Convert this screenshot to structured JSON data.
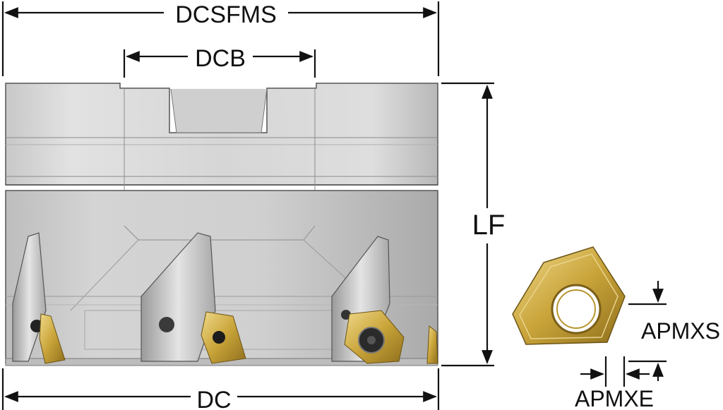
{
  "dimensions": {
    "dcsfms": "DCSFMS",
    "dcb": "DCB",
    "lf": "LF",
    "dc": "DC",
    "apmxs": "APMXS",
    "apmxe": "APMXE"
  },
  "colors": {
    "body_light": "#d9d9d9",
    "body_mid": "#c4c4c4",
    "body_dark": "#9e9e9e",
    "insert_gold": "#c9a43a",
    "insert_light": "#e8cf7a",
    "line": "#111111"
  }
}
